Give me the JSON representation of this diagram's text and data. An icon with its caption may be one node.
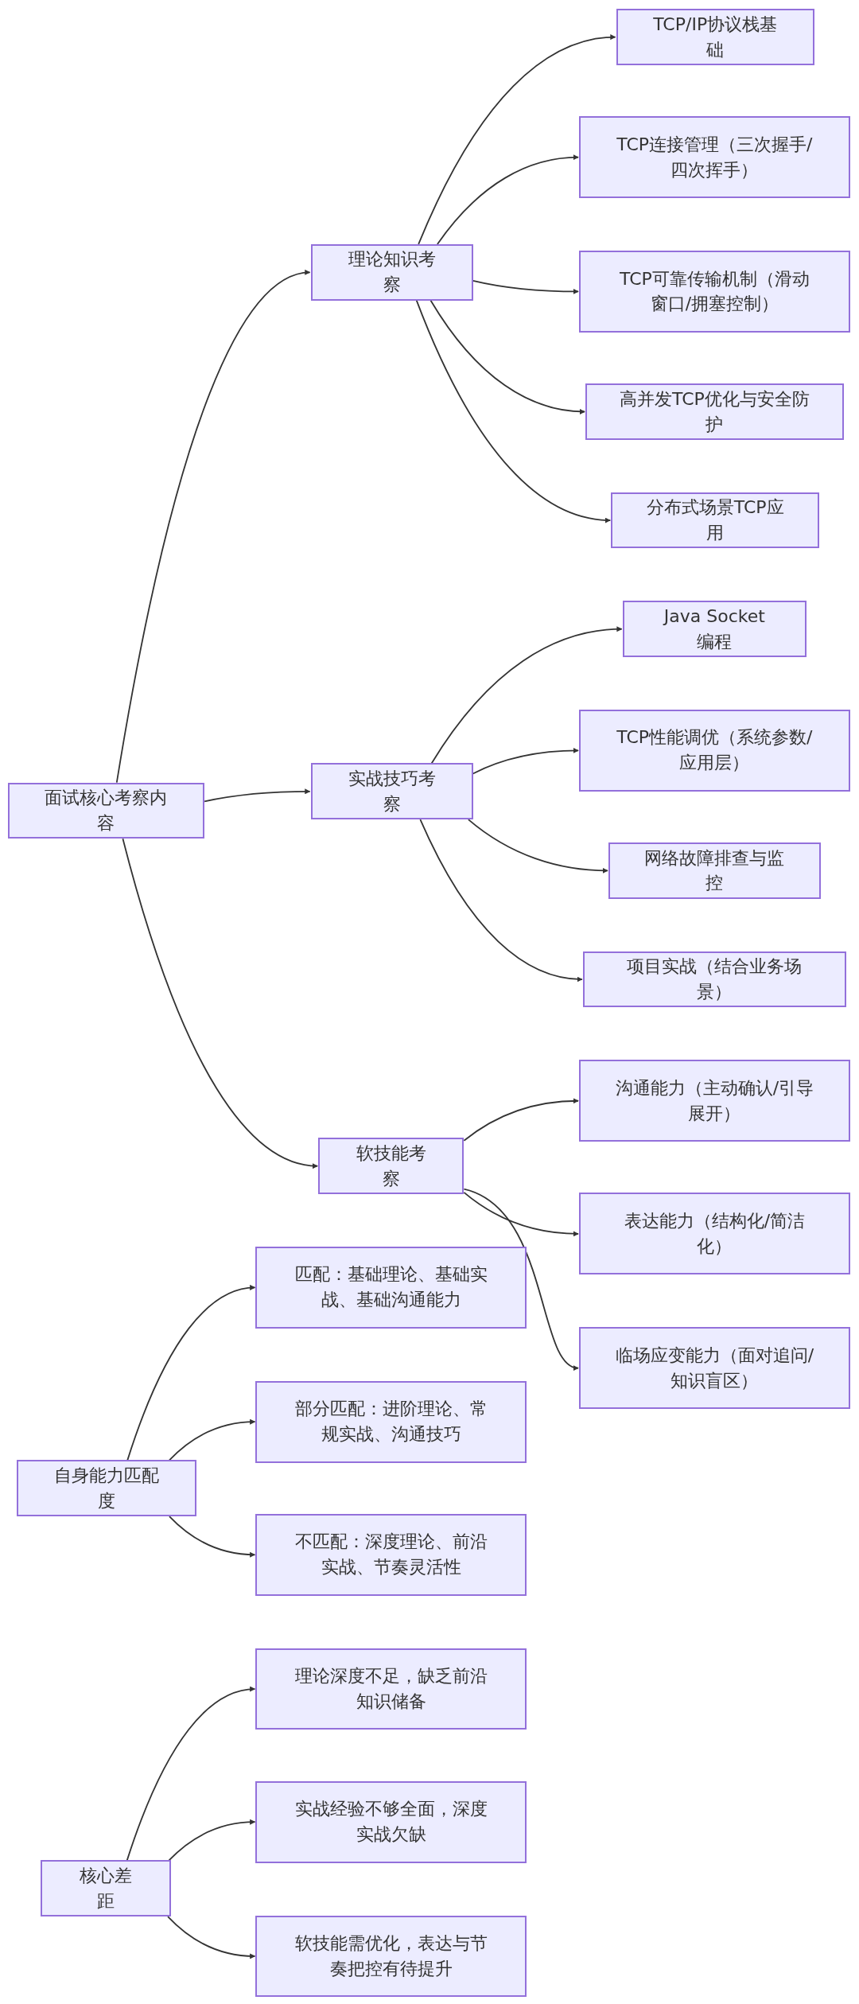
{
  "diagram": {
    "nodes": [
      {
        "text": [
          "面试核心考察内容"
        ]
      },
      {
        "text": [
          "理论知识考察"
        ]
      },
      {
        "text": [
          "TCP/IP协议栈基础"
        ]
      },
      {
        "text": [
          "TCP连接管理（三次握手/四次挥手）"
        ]
      },
      {
        "text": [
          "TCP可靠传输机制（滑动窗口/拥塞控制）"
        ]
      },
      {
        "text": [
          "高并发TCP优化与安全防护"
        ]
      },
      {
        "text": [
          "分布式场景TCP应用"
        ]
      },
      {
        "text": [
          "实战技巧考察"
        ]
      },
      {
        "text": [
          "Java Socket编程"
        ]
      },
      {
        "text": [
          "TCP性能调优（系统参数/应用层）"
        ]
      },
      {
        "text": [
          "网络故障排查与监控"
        ]
      },
      {
        "text": [
          "项目实战（结合业务场景）"
        ]
      },
      {
        "text": [
          "软技能考察"
        ]
      },
      {
        "text": [
          "沟通能力（主动确认/引导展开）"
        ]
      },
      {
        "text": [
          "表达能力（结构化/简洁化）"
        ]
      },
      {
        "text": [
          "临场应变能力（面对追问/知识盲区）"
        ]
      },
      {
        "text": [
          "自身能力匹配度"
        ]
      },
      {
        "text": [
          "匹配：基础理论、基础实战、基础沟通能力"
        ]
      },
      {
        "text": [
          "部分匹配：进阶理论、常规实战、沟通技巧"
        ]
      },
      {
        "text": [
          "不匹配：深度理论、前沿实战、节奏灵活性"
        ]
      },
      {
        "text": [
          "核心差距"
        ]
      },
      {
        "text": [
          "理论深度不足，缺乏前沿知识储备"
        ]
      },
      {
        "text": [
          "实战经验不够全面，深度实战欠缺"
        ]
      },
      {
        "text": [
          "软技能需优化，表达与节奏把控有待提升"
        ]
      }
    ],
    "edges": [
      {
        "from": 0,
        "to": 1,
        "arrow": "to"
      },
      {
        "from": 0,
        "to": 7,
        "arrow": "to"
      },
      {
        "from": 0,
        "to": 12,
        "arrow": "to"
      },
      {
        "from": 1,
        "to": 2,
        "arrow": "to"
      },
      {
        "from": 1,
        "to": 3,
        "arrow": "to"
      },
      {
        "from": 1,
        "to": 4,
        "arrow": "to"
      },
      {
        "from": 1,
        "to": 5,
        "arrow": "to"
      },
      {
        "from": 1,
        "to": 6,
        "arrow": "to"
      },
      {
        "from": 7,
        "to": 8,
        "arrow": "to"
      },
      {
        "from": 7,
        "to": 9,
        "arrow": "to"
      },
      {
        "from": 7,
        "to": 10,
        "arrow": "to"
      },
      {
        "from": 7,
        "to": 11,
        "arrow": "to"
      },
      {
        "from": 12,
        "to": 13,
        "arrow": "to"
      },
      {
        "from": 12,
        "to": 14,
        "arrow": "to"
      },
      {
        "from": 12,
        "to": 15,
        "arrow": "to"
      },
      {
        "from": 16,
        "to": 17,
        "arrow": "to"
      },
      {
        "from": 16,
        "to": 18,
        "arrow": "to"
      },
      {
        "from": 16,
        "to": 19,
        "arrow": "to"
      },
      {
        "from": 20,
        "to": 21,
        "arrow": "to"
      },
      {
        "from": 20,
        "to": 22,
        "arrow": "to"
      },
      {
        "from": 20,
        "to": 23,
        "arrow": "to"
      }
    ]
  }
}
